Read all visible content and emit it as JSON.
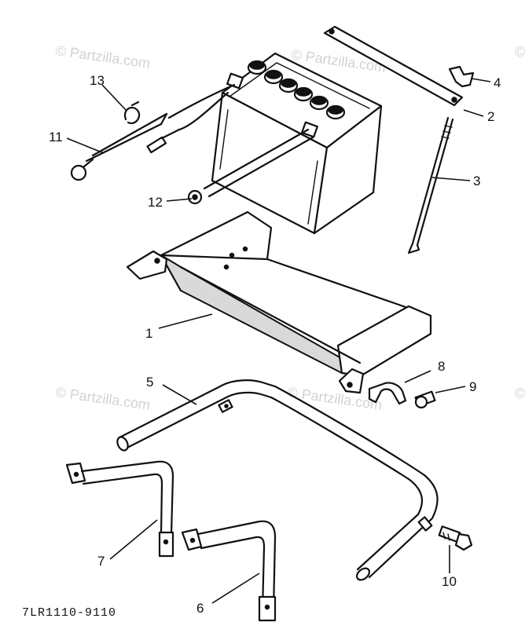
{
  "watermark": {
    "text": "© Partzilla.com"
  },
  "diagram_code": "7LR1110-9110",
  "callouts": [
    {
      "number": "1",
      "part": "battery-tray"
    },
    {
      "number": "2",
      "part": "hold-down-bar"
    },
    {
      "number": "3",
      "part": "hold-down-rod"
    },
    {
      "number": "4",
      "part": "wing-nut"
    },
    {
      "number": "5",
      "part": "tubular-frame-bracket"
    },
    {
      "number": "6",
      "part": "mounting-stay-lower"
    },
    {
      "number": "7",
      "part": "mounting-stay-upper"
    },
    {
      "number": "8",
      "part": "clamp"
    },
    {
      "number": "9",
      "part": "bolt"
    },
    {
      "number": "10",
      "part": "flange-bolt"
    },
    {
      "number": "11",
      "part": "battery-cable-positive"
    },
    {
      "number": "12",
      "part": "battery-cable-negative"
    },
    {
      "number": "13",
      "part": "cable-clip"
    }
  ]
}
